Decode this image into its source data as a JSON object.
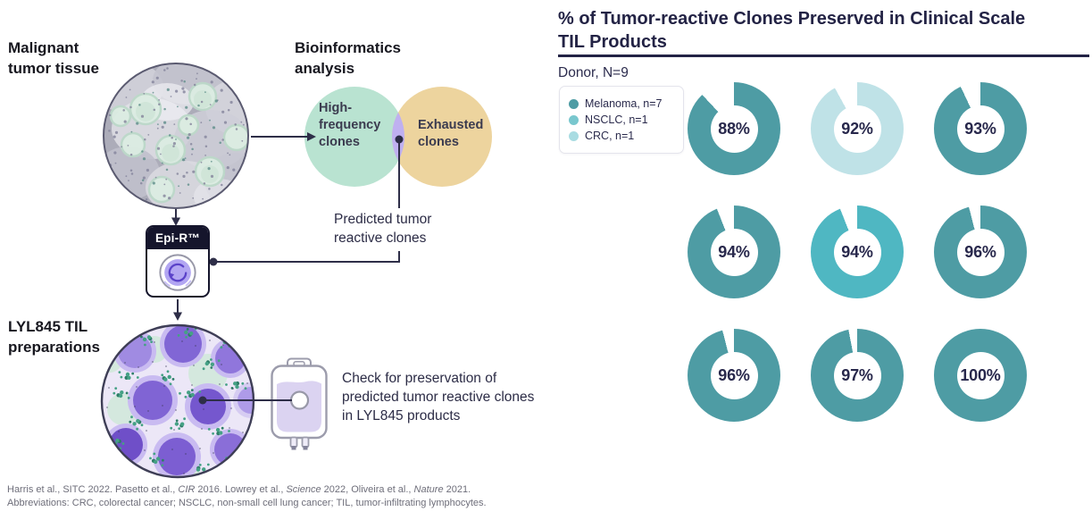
{
  "left_panel": {
    "malignant_label": "Malignant tumor tissue",
    "bioinformatics_label": "Bioinformatics analysis",
    "venn": {
      "high_frequency_label": "High-frequency clones",
      "exhausted_label": "Exhausted clones",
      "callout_label": "Predicted tumor reactive clones",
      "high_frequency_color": "#B9E3D1",
      "exhausted_color": "#EDD49E",
      "overlap_color": "#BFB0F0"
    },
    "epir_box_label": "Epi-R™",
    "lyl_label": "LYL845 TIL preparations",
    "check_label": "Check for preservation of predicted tumor reactive clones in LYL845 products"
  },
  "chart_data": {
    "type": "pie",
    "subtype": "donut-grid-3x3",
    "title": "% of Tumor-reactive Clones Preserved in Clinical Scale TIL Products",
    "subtitle": "Donor, N=9",
    "legend_position": "top-left",
    "legend": [
      {
        "group": "melanoma",
        "label": "Melanoma, n=7",
        "color": "#4E9CA4"
      },
      {
        "group": "nsclc",
        "label": "NSCLC, n=1",
        "color": "#79C7CE"
      },
      {
        "group": "crc",
        "label": "CRC, n=1",
        "color": "#A9DCE2"
      }
    ],
    "donut_colors": {
      "melanoma": "#4E9CA4",
      "nsclc": "#4FB7C2",
      "crc": "#BFE2E7"
    },
    "values": [
      {
        "percent": 88,
        "group": "melanoma"
      },
      {
        "percent": 92,
        "group": "crc"
      },
      {
        "percent": 93,
        "group": "melanoma"
      },
      {
        "percent": 94,
        "group": "melanoma"
      },
      {
        "percent": 94,
        "group": "nsclc"
      },
      {
        "percent": 96,
        "group": "melanoma"
      },
      {
        "percent": 96,
        "group": "melanoma"
      },
      {
        "percent": 97,
        "group": "melanoma"
      },
      {
        "percent": 100,
        "group": "melanoma"
      }
    ]
  },
  "footnote": {
    "references_parts": [
      "Harris et al., SITC 2022. Pasetto et al., ",
      "CIR",
      " 2016. Lowrey et al., ",
      "Science",
      " 2022, Oliveira et al., ",
      "Nature",
      " 2021."
    ],
    "abbreviations": "Abbreviations: CRC, colorectal cancer; NSCLC, non-small cell lung cancer; TIL, tumor-infiltrating lymphocytes."
  }
}
